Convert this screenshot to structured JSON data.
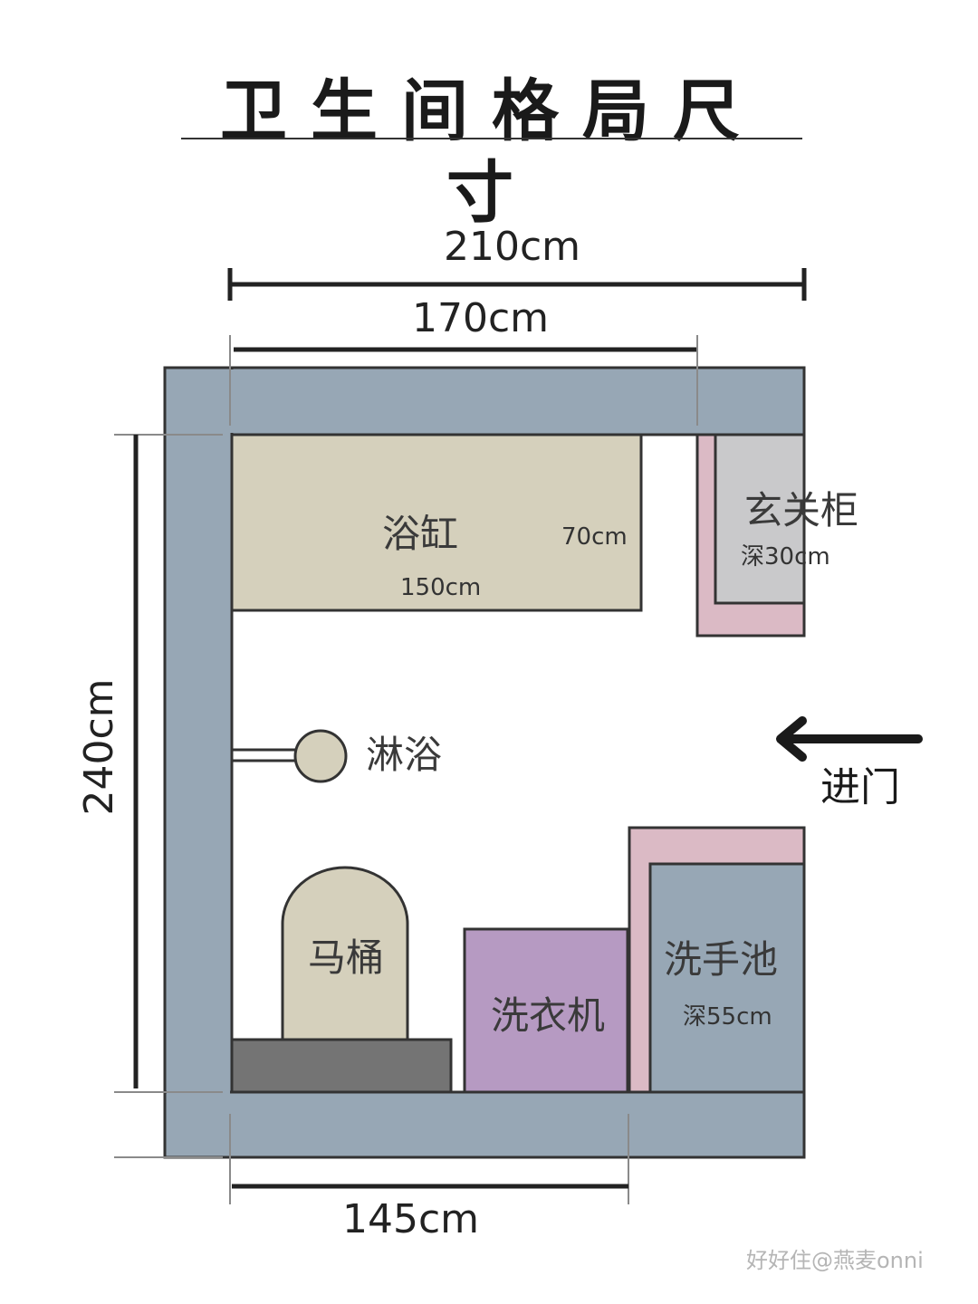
{
  "title": "卫生间格局尺寸",
  "dimensions": {
    "total_width": "210cm",
    "inner_width": "170cm",
    "height": "240cm",
    "bottom_width": "145cm"
  },
  "fixtures": {
    "bathtub": {
      "name": "浴缸",
      "depth": "70cm",
      "length": "150cm"
    },
    "entry_cabinet": {
      "name": "玄关柜",
      "depth": "深30cm"
    },
    "shower": {
      "name": "淋浴"
    },
    "toilet": {
      "name": "马桶"
    },
    "washer": {
      "name": "洗衣机"
    },
    "sink": {
      "name": "洗手池",
      "depth": "深55cm"
    }
  },
  "entrance": {
    "label": "进门",
    "icon": "arrow-left-icon"
  },
  "watermark": "好好住@燕麦onni",
  "colors": {
    "wall": "#97a7b5",
    "bathtub": "#d5d0bc",
    "cabinet": "#c9c9cb",
    "pink_trim": "#dbbac5",
    "washer": "#b69ac2",
    "sink": "#97a7b5",
    "toilet_base": "#747474",
    "toilet": "#d5d0bc"
  }
}
